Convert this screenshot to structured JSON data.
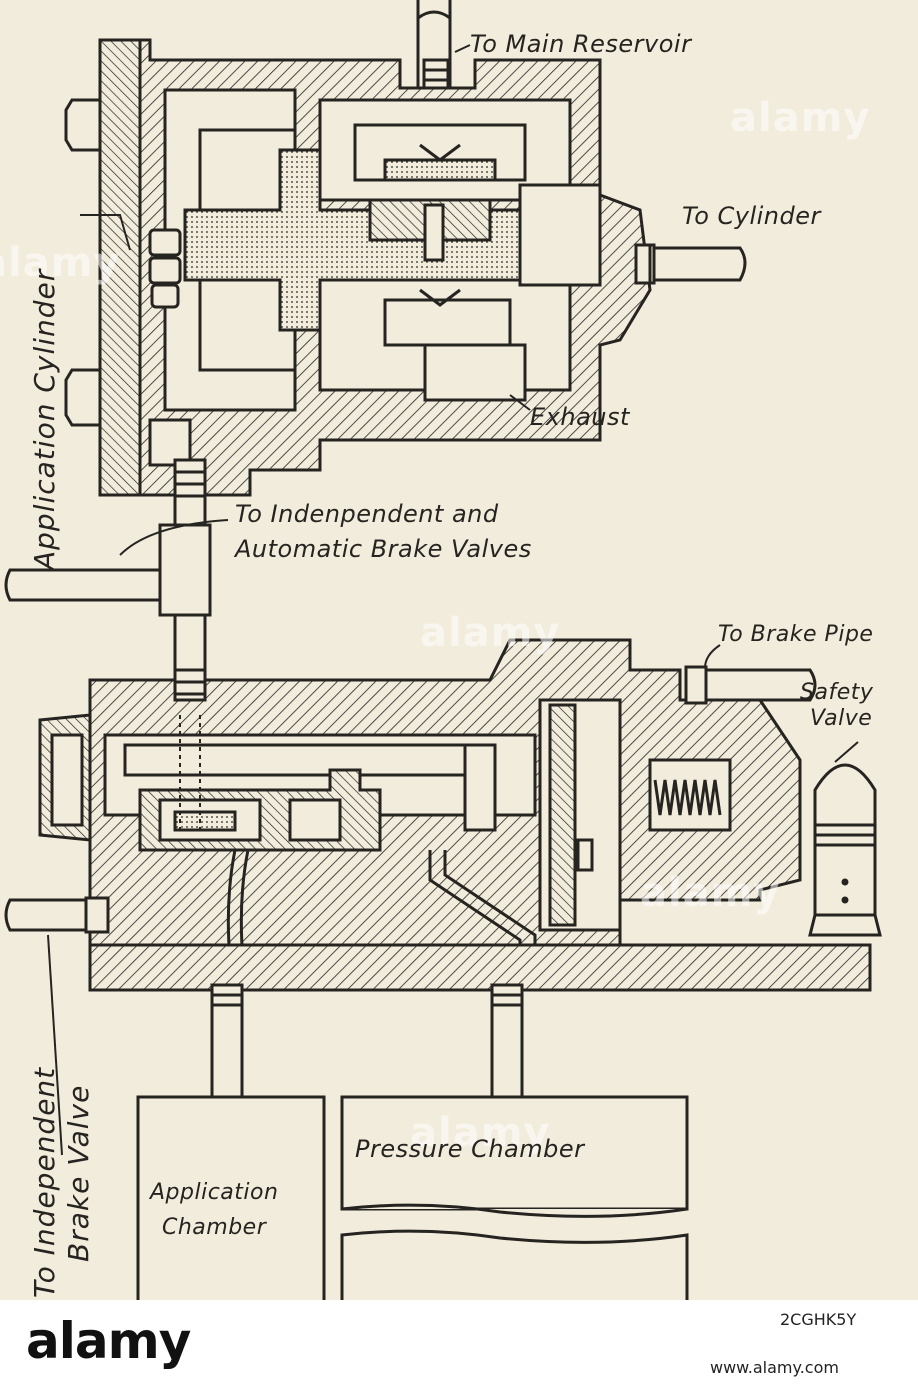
{
  "labels": {
    "to_main_reservoir": "To Main Reservoir",
    "to_cylinder": "To Cylinder",
    "application_cylinder": "Application Cylinder",
    "exhaust": "Exhaust",
    "to_indep_auto_line1": "To Indenpendent and",
    "to_indep_auto_line2": "Automatic Brake Valves",
    "to_brake_pipe": "To Brake Pipe",
    "safety_line1": "Safety",
    "safety_line2": "Valve",
    "to_independent_brake_valve_line1": "To Independent",
    "to_independent_brake_valve_line2": "Brake Valve",
    "pressure_chamber": "Pressure Chamber",
    "application_chamber_line1": "Application",
    "application_chamber_line2": "Chamber"
  },
  "watermark": {
    "text": "alamy"
  },
  "footer": {
    "logo": "alamy",
    "image_id": "2CGHK5Y",
    "site": "www.alamy.com"
  },
  "colors": {
    "paper": "#f2ecdc",
    "ink": "#262420",
    "footer_bg": "#ffffff"
  }
}
